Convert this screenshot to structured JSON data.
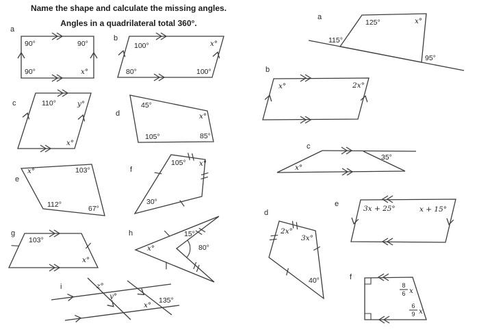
{
  "header": {
    "title": "Name the shape and calculate the missing angles.",
    "subtitle": "Angles in a quadrilateral total 360°."
  },
  "left": {
    "a": {
      "letter": "a",
      "tl": "90°",
      "tr": "90°",
      "bl": "90°",
      "br": "x°"
    },
    "b": {
      "letter": "b",
      "tl": "100°",
      "tr": "x°",
      "bl": "80°",
      "br": "100°"
    },
    "c": {
      "letter": "c",
      "tl": "110°",
      "tr": "y°",
      "br": "x°"
    },
    "d": {
      "letter": "d",
      "tl": "45°",
      "tr": "x°",
      "bl": "105°",
      "br": "85°"
    },
    "e": {
      "letter": "e",
      "tl": "x°",
      "tr": "103°",
      "bl": "112°",
      "br": "67°"
    },
    "f": {
      "letter": "f",
      "top": "105°",
      "right": "x°",
      "bl": "30°"
    },
    "g": {
      "letter": "g",
      "tl": "103°",
      "br": "x°"
    },
    "h": {
      "letter": "h",
      "left": "x°",
      "top": "15°",
      "reflex": "80°"
    },
    "i": {
      "letter": "i",
      "z": "z°",
      "y": "y°",
      "x": "x°",
      "given": "135°"
    }
  },
  "right": {
    "a": {
      "letter": "a",
      "ext_left": "115°",
      "tl": "125°",
      "tr": "x°",
      "br": "95°"
    },
    "b": {
      "letter": "b",
      "tl": "x°",
      "tr": "2x°"
    },
    "c": {
      "letter": "c",
      "bl": "x°",
      "right": "35°"
    },
    "d": {
      "letter": "d",
      "tl": "2x°",
      "inner": "3x°",
      "bottom": "40°"
    },
    "e": {
      "letter": "e",
      "tl": "3x + 25°",
      "tr": "x + 15°"
    },
    "f": {
      "letter": "f",
      "top_num": "8",
      "top_den": "6",
      "top_var": "x",
      "bottom_num": "6",
      "bottom_den": "9",
      "bottom_var": "x"
    }
  }
}
